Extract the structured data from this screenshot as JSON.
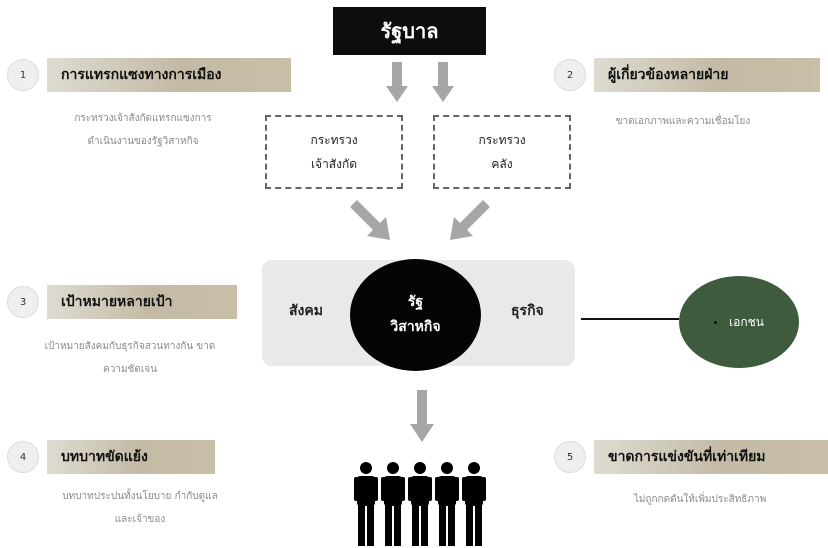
{
  "government": {
    "label": "รัฐบาล"
  },
  "ministries": [
    {
      "line1": "กระทรวง",
      "line2": "เจ้าสังกัด"
    },
    {
      "line1": "กระทรวง",
      "line2": "คลัง"
    }
  ],
  "center": {
    "left_label": "สังคม",
    "right_label": "ธุรกิจ",
    "ellipse_line1": "รัฐ",
    "ellipse_line2": "วิสาหกิจ"
  },
  "private_sector": {
    "label": "เอกชน"
  },
  "issues": [
    {
      "number": "1",
      "title": "การแทรกแซงทางการเมือง",
      "desc_line1": "กระทรวงเจ้าสังกัดแทรกแซงการ",
      "desc_line2": "ดำเนินงานของรัฐวิสาหกิจ"
    },
    {
      "number": "2",
      "title": "ผู้เกี่ยวข้องหลายฝ่าย",
      "desc_line1": "ขาดเอกภาพและความเชื่อมโยง",
      "desc_line2": ""
    },
    {
      "number": "3",
      "title": "เป้าหมายหลายเป้า",
      "desc_line1": "เป้าหมายสังคมกับธุรกิจสวนทางกัน ขาด",
      "desc_line2": "ความชัดเจน"
    },
    {
      "number": "4",
      "title": "บทบาทขัดแย้ง",
      "desc_line1": "บทบาทประปนทั้งนโยบาย กำกับดูแล",
      "desc_line2": "และเจ้าของ"
    },
    {
      "number": "5",
      "title": "ขาดการแข่งขันที่เท่าเทียม",
      "desc_line1": "ไม่ถูกกดดันให้เพิ่มประสิทธิภาพ",
      "desc_line2": ""
    }
  ],
  "colors": {
    "government_bg": "#0d0d0d",
    "state_enterprise_bg": "#050505",
    "private_sector_bg": "#3f5b3e",
    "center_box_bg": "#e9e9eb",
    "arrow": "#a6a6a6",
    "issue_bar": "#c3baa5"
  },
  "icons": {
    "arrows": "gray-arrow-icon",
    "people": "people-group-icon"
  }
}
